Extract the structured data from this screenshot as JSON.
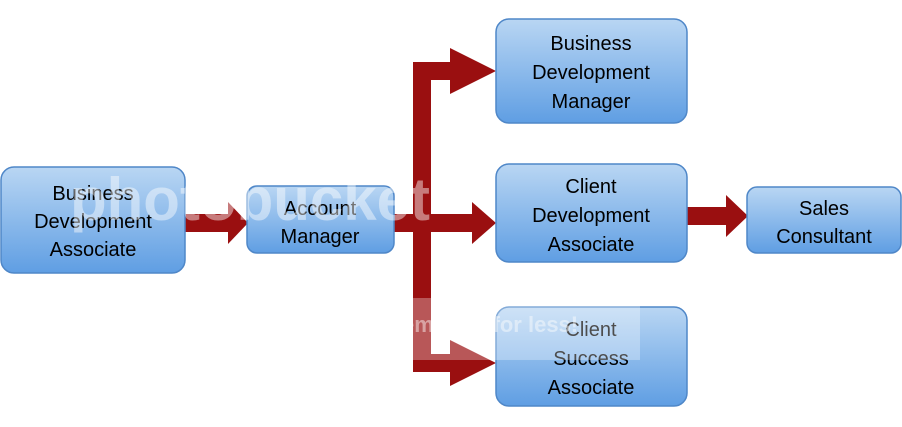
{
  "diagram": {
    "colors": {
      "box_top": "#b9d6f3",
      "box_bottom": "#5f9ee3",
      "box_border": "#4f87c8",
      "arrow": "#9a0f10"
    },
    "nodes": {
      "bda": {
        "lines": [
          "Business",
          "Development",
          "Associate"
        ]
      },
      "am": {
        "lines": [
          "Account",
          "Manager"
        ]
      },
      "bdm": {
        "lines": [
          "Business",
          "Development",
          "Manager"
        ]
      },
      "cda": {
        "lines": [
          "Client",
          "Development",
          "Associate"
        ]
      },
      "csa": {
        "lines": [
          "Client",
          "Success",
          "Associate"
        ]
      },
      "sc": {
        "lines": [
          "Sales",
          "Consultant"
        ]
      }
    },
    "watermark": {
      "brand": "photobucket",
      "tagline": "Protect more of your memories for less!"
    }
  }
}
